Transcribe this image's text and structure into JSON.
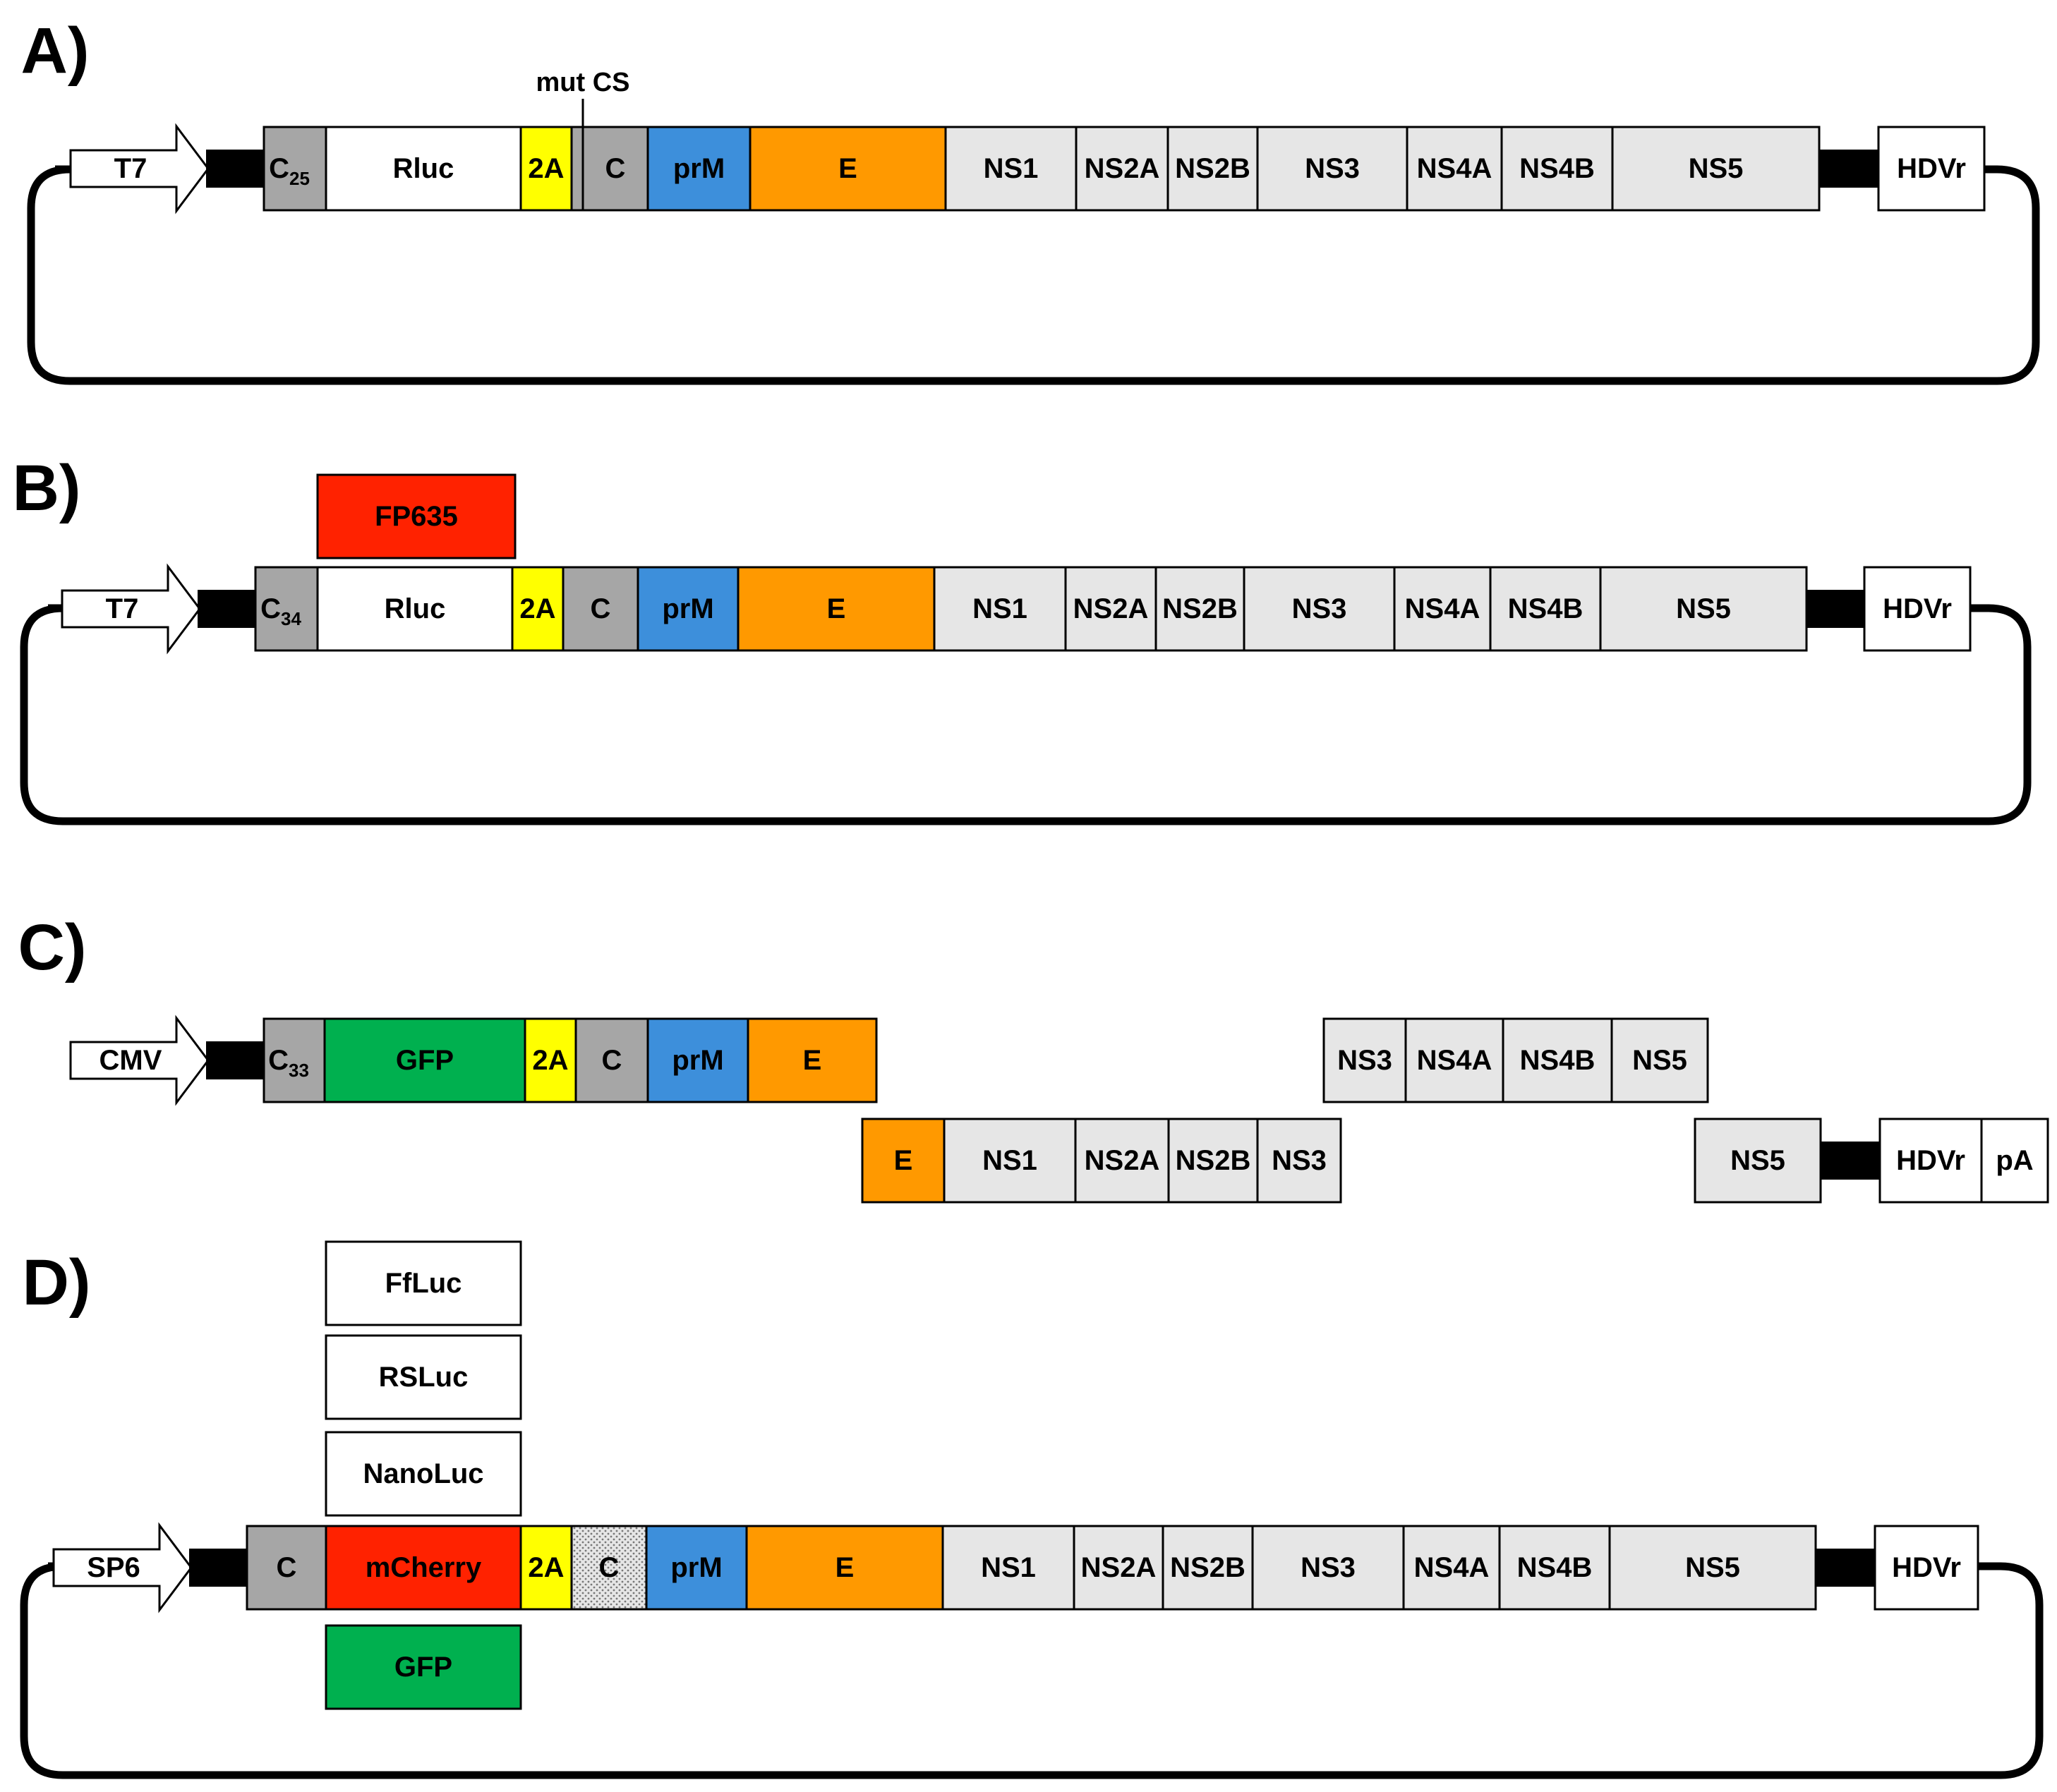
{
  "colors": {
    "white": "#ffffff",
    "grey": "#a6a6a6",
    "light": "#e6e6e6",
    "yellow": "#ffff00",
    "blue": "#3d8fdb",
    "orange": "#ff9900",
    "red": "#ff2200",
    "green": "#00b04f",
    "stroke": "#000000"
  },
  "panels": [
    {
      "label": "A)",
      "annotation": "mut CS",
      "promoter": "T7",
      "capsid": {
        "main": "C",
        "sub": "25"
      },
      "segments": [
        "Rluc",
        "2A",
        "",
        "C",
        "prM",
        "E",
        "NS1",
        "NS2A",
        "NS2B",
        "NS3",
        "NS4A",
        "NS4B",
        "NS5"
      ],
      "terminator": "HDVr"
    },
    {
      "label": "B)",
      "promoter": "T7",
      "capsid": {
        "main": "C",
        "sub": "34"
      },
      "segments": [
        "Rluc",
        "2A",
        "C",
        "prM",
        "E",
        "NS1",
        "NS2A",
        "NS2B",
        "NS3",
        "NS4A",
        "NS4B",
        "NS5"
      ],
      "alternative_reporters": [
        "FP635"
      ],
      "terminator": "HDVr"
    },
    {
      "label": "C)",
      "promoter": "CMV",
      "capsid": {
        "main": "C",
        "sub": "33"
      },
      "segments": [
        "GFP",
        "2A",
        "C",
        "prM",
        "E"
      ],
      "fragment_2": [
        "E",
        "NS1",
        "NS2A",
        "NS2B",
        "NS3"
      ],
      "fragment_3": [
        "NS3",
        "NS4A",
        "NS4B",
        "NS5"
      ],
      "fragment_4": [
        "NS5"
      ],
      "terminator": [
        "HDVr",
        "pA"
      ]
    },
    {
      "label": "D)",
      "promoter": "SP6",
      "segments": [
        "C",
        "mCherry",
        "2A",
        "C",
        "prM",
        "E",
        "NS1",
        "NS2A",
        "NS2B",
        "NS3",
        "NS4A",
        "NS4B",
        "NS5"
      ],
      "alternative_reporters": [
        "FfLuc",
        "RSLuc",
        "NanoLuc",
        "GFP"
      ],
      "terminator": "HDVr"
    }
  ]
}
